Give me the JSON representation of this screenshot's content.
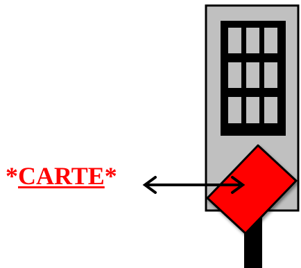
{
  "label": {
    "prefix": "*",
    "text": "CARTE",
    "suffix": "*",
    "color": "#ff0000"
  },
  "colors": {
    "tower_fill": "#c0c0c0",
    "outline": "#000000",
    "window_fill": "#c0c0c0",
    "card_fill": "#ff0000",
    "arrow": "#000000"
  },
  "window_grid": {
    "rows": 3,
    "cols": 3
  }
}
